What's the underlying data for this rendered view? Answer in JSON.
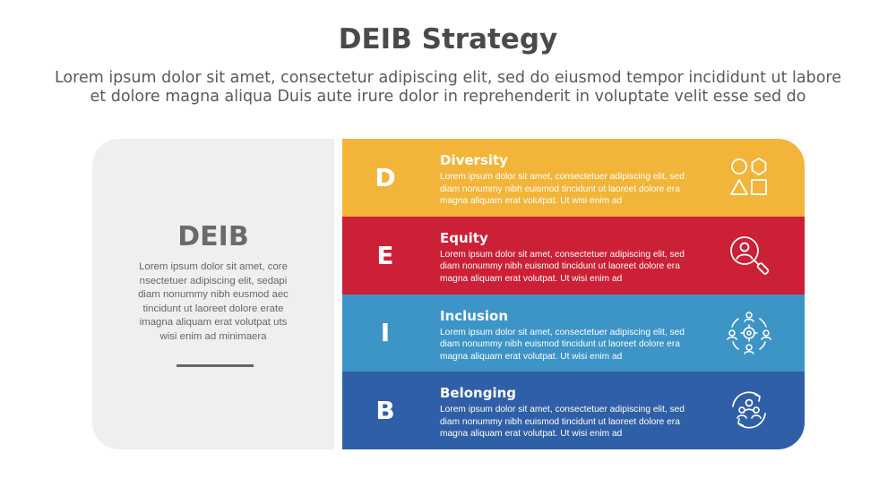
{
  "header": {
    "title": "DEIB Strategy",
    "subtitle_line1": "Lorem ipsum dolor sit amet, consectetur adipiscing elit, sed do eiusmod tempor incididunt ut labore",
    "subtitle_line2": "et dolore magna aliqua Duis aute irure dolor in reprehenderit in voluptate velit esse sed do"
  },
  "summary": {
    "title": "DEIB",
    "lines": [
      "Lorem ipsum dolor sit amet, core",
      "nsectetuer adipiscing elit, sedapi",
      "diam nonummy nibh eusmod aec",
      "tincidunt ut laoreet dolore erate",
      "imagna aliquam erat volutpat  uts",
      "wisi enim ad minimaera"
    ]
  },
  "rows": [
    {
      "letter": "D",
      "name": "Diversity",
      "color": "#f2b53a",
      "icon": "shapes-icon",
      "lines": [
        "Lorem ipsum dolor sit amet, consectetuer adipiscing elit, sed",
        "diam nonummy nibh euismod tincidunt ut laoreet dolore era",
        "magna aliquam erat volutpat. Ut wisi enim ad"
      ]
    },
    {
      "letter": "E",
      "name": "Equity",
      "color": "#cc2036",
      "icon": "user-search-icon",
      "lines": [
        "Lorem ipsum dolor sit amet, consectetuer adipiscing elit, sed",
        "diam nonummy nibh euismod tincidunt ut laoreet dolore era",
        "magna aliquam erat volutpat. Ut wisi enim ad"
      ]
    },
    {
      "letter": "I",
      "name": "Inclusion",
      "color": "#3d94c6",
      "icon": "network-gear-icon",
      "lines": [
        "Lorem ipsum dolor sit amet, consectetuer adipiscing elit, sed",
        "diam nonummy nibh euismod tincidunt ut laoreet dolore era",
        "magna aliquam erat volutpat. Ut wisi enim ad"
      ]
    },
    {
      "letter": "B",
      "name": "Belonging",
      "color": "#2f5fa6",
      "icon": "group-cycle-icon",
      "lines": [
        "Lorem ipsum dolor sit amet, consectetuer adipiscing elit, sed",
        "diam nonummy nibh euismod tincidunt ut laoreet dolore era",
        "magna aliquam erat volutpat. Ut wisi enim ad"
      ]
    }
  ]
}
